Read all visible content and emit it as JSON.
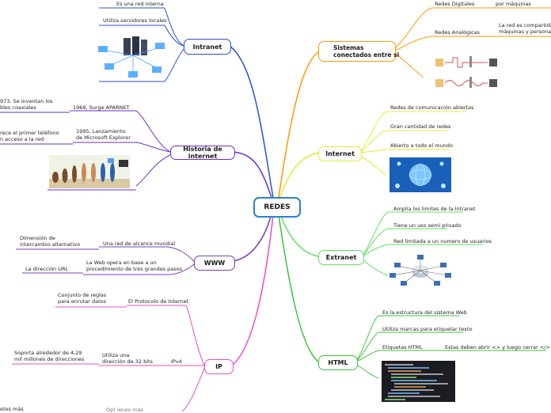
{
  "center": {
    "label": "REDES"
  },
  "branches": {
    "intranet": {
      "label": "Intranet",
      "items": [
        "Es una red interna",
        "Utiliza servidores locales"
      ]
    },
    "historia": {
      "label": "Historia de internet",
      "items": [
        "1969, Surge APARNET",
        "1995, Lanzamiento\nde Microsoft Explorer"
      ],
      "side_items": [
        "973, Se inventan los\nbles coaxiales",
        "rece el primer teléfono\nn acceso a la red"
      ]
    },
    "www": {
      "label": "WWW",
      "items": [
        "Una red de alcance mundial",
        "La Web opera en base a un\nprocedimiento de tres grandes pasos"
      ],
      "side_items": [
        "Dimensión de\nintercambio alternativo",
        "La dirección URL"
      ]
    },
    "ip": {
      "label": "IP",
      "items": [
        "El Protocolo de Internet",
        "IPv4",
        "Utiliza una\ndirección de 32 bits"
      ],
      "side_items": [
        "Conjunto de reglas\npara enrutar datos",
        "Soporta alrededor de 4,29\nmil millones de direcciones",
        "etes más",
        "Opt ienes más"
      ]
    },
    "sistemas": {
      "label": "Sistemas\nconectados entre si",
      "items": [
        "Redes Digitales",
        "por máquinas",
        "Redes Analógicas",
        "La red es compartida p\nmáquinas y personas"
      ]
    },
    "internet": {
      "label": "Internet",
      "items": [
        "Redes de comunicación abiertas",
        "Gran cantidad de redes",
        "Abierto a todo el mundo"
      ]
    },
    "extranet": {
      "label": "Extranet",
      "items": [
        "Amplia los limites de la Intranet",
        "Tiene un uso semi privado",
        "Red limitada a un numero de usuarios"
      ]
    },
    "html": {
      "label": "HTML",
      "items": [
        "Es la estructura del sistema Web",
        "Utiliza marcas para etiquetar texto",
        "Etiquetas HTML",
        "Estas deben abrir <> y luego cerrar </>"
      ]
    }
  },
  "colors": {
    "center_border": "#2a7fd4",
    "intranet": "#2a4fd6",
    "historia": "#6a2fcf",
    "www": "#7b3fb8",
    "ip": "#e54fc9",
    "sistemas": "#ff9900",
    "internet": "#e8e83a",
    "extranet": "#5fe05f",
    "html": "#3ec43e"
  }
}
